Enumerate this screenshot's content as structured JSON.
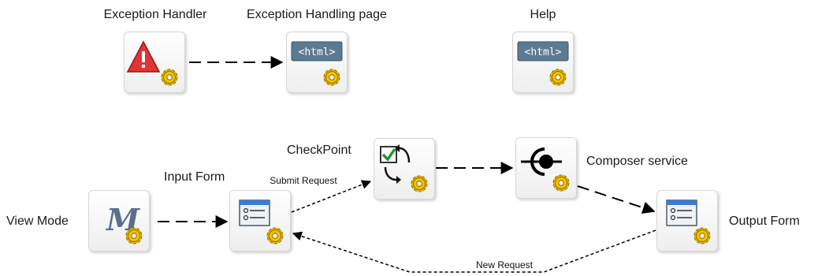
{
  "nodes": {
    "exception_handler": {
      "label": "Exception Handler",
      "icon": "warning-icon"
    },
    "exception_page": {
      "label": "Exception Handling page",
      "icon": "html-page-icon"
    },
    "help": {
      "label": "Help",
      "icon": "html-page-icon"
    },
    "checkpoint": {
      "label": "CheckPoint",
      "icon": "checkpoint-icon"
    },
    "composer": {
      "label": "Composer service",
      "icon": "service-icon"
    },
    "input_form": {
      "label": "Input Form",
      "icon": "form-icon"
    },
    "view_mode": {
      "label": "View Mode",
      "icon": "view-mode-icon"
    },
    "output_form": {
      "label": "Output Form",
      "icon": "form-icon"
    }
  },
  "edges": {
    "submit_request": {
      "label": "Submit Request"
    },
    "new_request": {
      "label": "New Request"
    }
  },
  "colors": {
    "gear": "#e8b400",
    "warning": "#e03535",
    "html_bg": "#5c7a92",
    "edge": "#000000"
  }
}
